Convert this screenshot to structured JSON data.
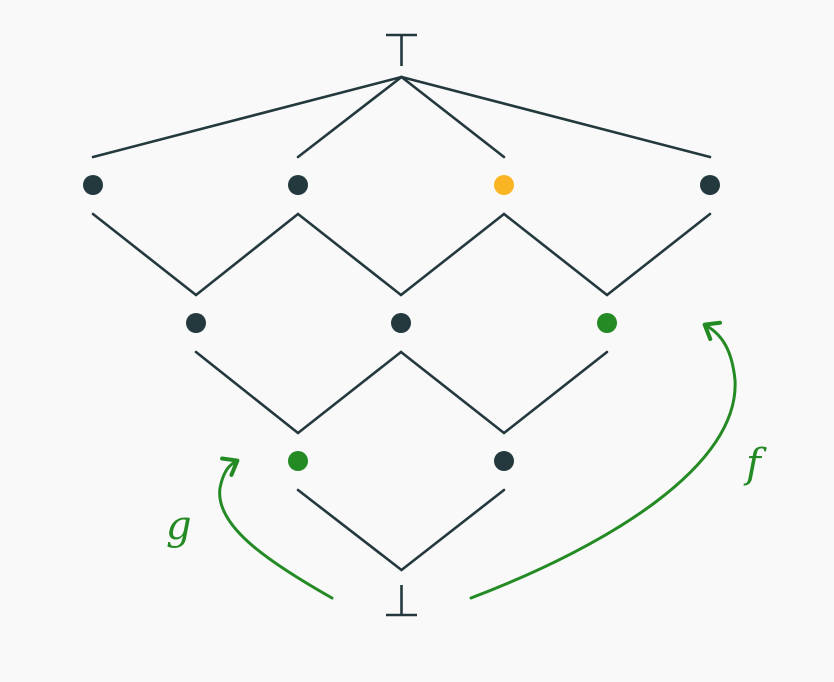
{
  "colors": {
    "background": "#f9f9f9",
    "line": "#24393e",
    "node_default": "#24393e",
    "node_green": "#248a24",
    "node_yellow": "#fbb524",
    "arrow": "#248a24"
  },
  "lattice": {
    "top_symbol": "top-symbol",
    "bottom_symbol": "bottom-symbol",
    "rows": [
      {
        "level": 3,
        "nodes": [
          {
            "id": "a1",
            "state": "default"
          },
          {
            "id": "a2",
            "state": "default"
          },
          {
            "id": "a3",
            "state": "yellow"
          },
          {
            "id": "a4",
            "state": "default"
          }
        ]
      },
      {
        "level": 2,
        "nodes": [
          {
            "id": "b1",
            "state": "default"
          },
          {
            "id": "b2",
            "state": "default"
          },
          {
            "id": "b3",
            "state": "green"
          }
        ]
      },
      {
        "level": 1,
        "nodes": [
          {
            "id": "c1",
            "state": "green"
          },
          {
            "id": "c2",
            "state": "default"
          }
        ]
      }
    ],
    "edges": [
      [
        "top",
        "a1"
      ],
      [
        "top",
        "a2"
      ],
      [
        "top",
        "a3"
      ],
      [
        "top",
        "a4"
      ],
      [
        "a1",
        "b1"
      ],
      [
        "a2",
        "b1"
      ],
      [
        "a2",
        "b2"
      ],
      [
        "a3",
        "b2"
      ],
      [
        "a3",
        "b3"
      ],
      [
        "a4",
        "b3"
      ],
      [
        "b1",
        "c1"
      ],
      [
        "b2",
        "c1"
      ],
      [
        "b2",
        "c2"
      ],
      [
        "b3",
        "c2"
      ],
      [
        "c1",
        "bottom"
      ],
      [
        "c2",
        "bottom"
      ]
    ]
  },
  "arrows": [
    {
      "name": "f",
      "label": "f",
      "from": "bottom",
      "to": "b3"
    },
    {
      "name": "g",
      "label": "g",
      "from": "bottom",
      "to": "c1"
    }
  ]
}
